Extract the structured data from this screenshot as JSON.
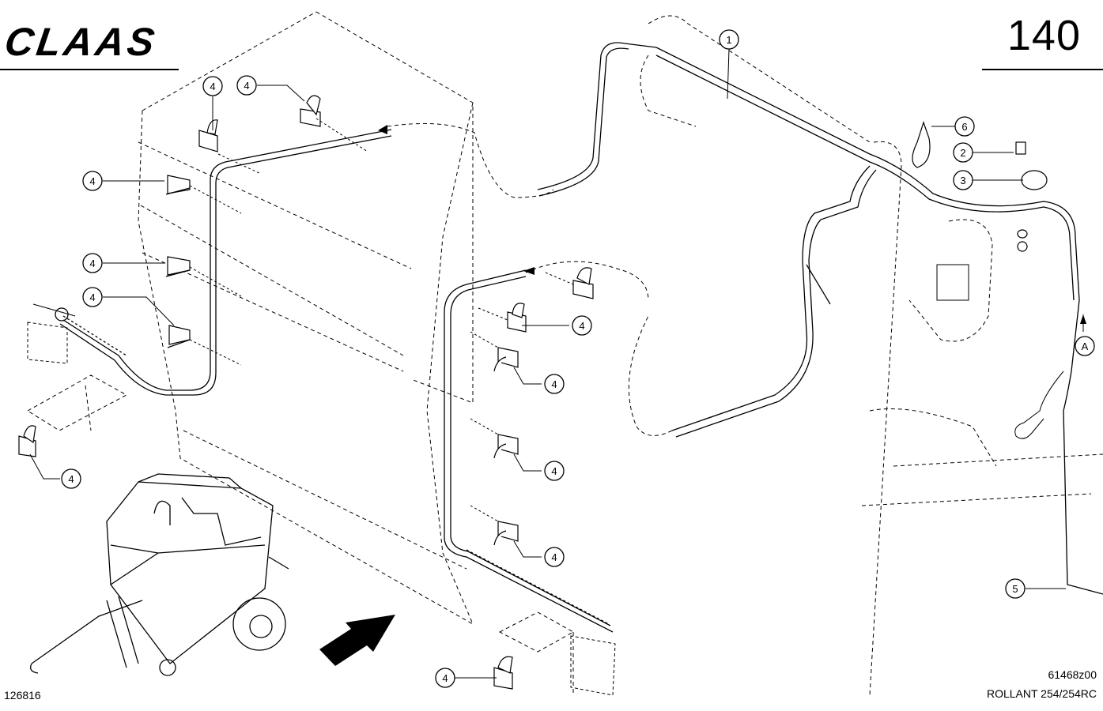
{
  "header": {
    "brand": "CLAAS",
    "page_number": "140"
  },
  "footer": {
    "drawing_no": "126816",
    "ref_code": "61468z00",
    "model": "ROLLANT 254/254RC"
  },
  "callouts": {
    "cable": "1",
    "screw": "2",
    "washer": "3",
    "clip": "4",
    "harness": "5",
    "tie": "6",
    "arrow": "A"
  },
  "colors": {
    "line": "#000000",
    "paper": "#ffffff"
  }
}
